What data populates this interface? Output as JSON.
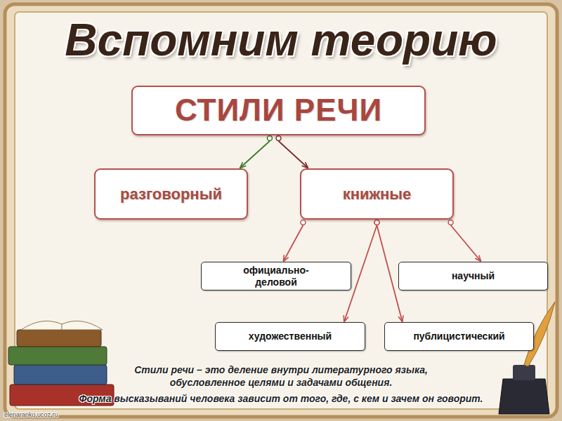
{
  "diagram": {
    "title": "Вспомним теорию",
    "caption": "Стили речи – это деление внутри литературного языка, обусловленное целями и задачами общения.",
    "nodes": [
      {
        "text": [
          "СТИЛИ РЕЧИ"
        ]
      },
      {
        "text": [
          "разговорный"
        ]
      },
      {
        "text": [
          "книжные"
        ]
      },
      {
        "text": [
          "официально-деловой"
        ]
      },
      {
        "text": [
          "научный"
        ]
      },
      {
        "text": [
          "художественный"
        ]
      },
      {
        "text": [
          "публицистический"
        ]
      }
    ],
    "edges": [
      {
        "from": 0,
        "to": 1,
        "arrow": "to"
      },
      {
        "from": 0,
        "to": 2,
        "arrow": "to"
      },
      {
        "from": 2,
        "to": 3,
        "arrow": "to"
      },
      {
        "from": 2,
        "to": 4,
        "arrow": "to"
      },
      {
        "from": 2,
        "to": 5,
        "arrow": "to"
      },
      {
        "from": 2,
        "to": 6,
        "arrow": "to"
      }
    ],
    "labels": [
      "Форма высказываний человека зависит от того, где, с кем и зачем он говорит.",
      "elenaranko.ucoz.ru"
    ]
  }
}
